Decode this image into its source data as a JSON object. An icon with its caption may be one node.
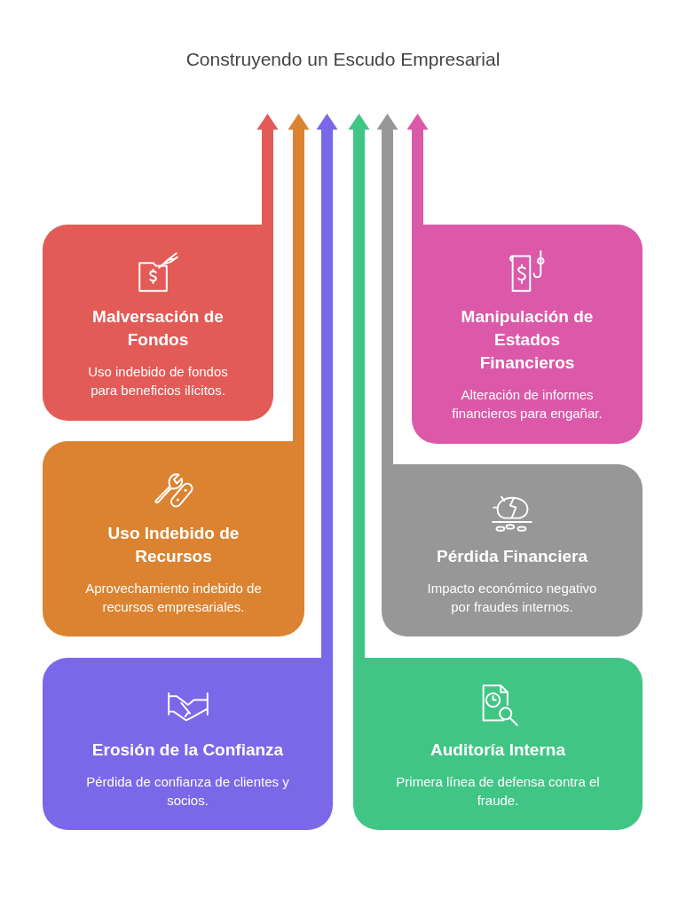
{
  "diagram": {
    "title": "Construyendo un Escudo Empresarial",
    "nodes": [
      {
        "text": [
          "Malversación de Fondos",
          "Uso indebido de fondos para beneficios ilícitos."
        ]
      },
      {
        "text": [
          "Manipulación de Estados Financieros",
          "Alteración de informes financieros para engañar."
        ]
      },
      {
        "text": [
          "Uso Indebido de Recursos",
          "Aprovechamiento indebido de recursos empresariales."
        ]
      },
      {
        "text": [
          "Pérdida Financiera",
          "Impacto económico negativo por fraudes internos."
        ]
      },
      {
        "text": [
          "Erosión de la Confianza",
          "Pérdida de confianza de clientes y socios."
        ]
      },
      {
        "text": [
          "Auditoría Interna",
          "Primera línea de defensa contra el fraude."
        ]
      }
    ],
    "edges": [
      {
        "from": 0,
        "to": null,
        "arrow": "to",
        "color": "#e25b57"
      },
      {
        "from": 2,
        "to": null,
        "arrow": "to",
        "color": "#db8331"
      },
      {
        "from": 4,
        "to": null,
        "arrow": "to",
        "color": "#7b68e8"
      },
      {
        "from": 5,
        "to": null,
        "arrow": "to",
        "color": "#41c585"
      },
      {
        "from": 3,
        "to": null,
        "arrow": "to",
        "color": "#979797"
      },
      {
        "from": 1,
        "to": null,
        "arrow": "to",
        "color": "#db59a8"
      }
    ]
  }
}
